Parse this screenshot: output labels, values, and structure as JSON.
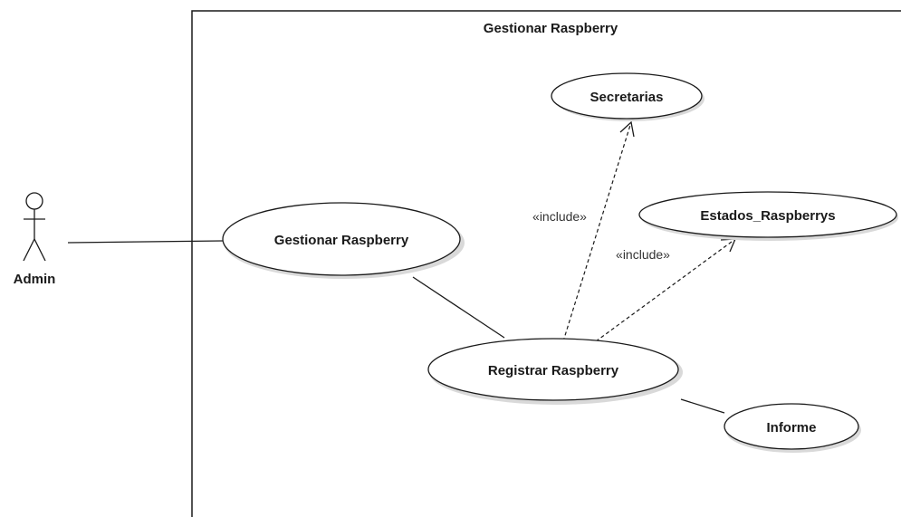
{
  "diagram": {
    "type": "uml-use-case",
    "system_boundary": {
      "title": "Gestionar Raspberry"
    },
    "actors": [
      {
        "id": "admin",
        "label": "Admin",
        "icon": "stick-figure-icon"
      }
    ],
    "use_cases": [
      {
        "id": "gestionar",
        "label": "Gestionar Raspberry"
      },
      {
        "id": "registrar",
        "label": "Registrar Raspberry"
      },
      {
        "id": "secretarias",
        "label": "Secretarias"
      },
      {
        "id": "estados",
        "label": "Estados_Raspberrys"
      },
      {
        "id": "informe",
        "label": "Informe"
      }
    ],
    "relationships": [
      {
        "id": "admin-gestionar",
        "from": "admin",
        "to": "gestionar",
        "type": "association"
      },
      {
        "id": "gestionar-registrar",
        "from": "gestionar",
        "to": "registrar",
        "type": "association"
      },
      {
        "id": "registrar-informe",
        "from": "registrar",
        "to": "informe",
        "type": "association"
      },
      {
        "id": "registrar-secretarias",
        "from": "registrar",
        "to": "secretarias",
        "type": "include",
        "label": "«include»"
      },
      {
        "id": "registrar-estados",
        "from": "registrar",
        "to": "estados",
        "type": "include",
        "label": "«include»"
      }
    ],
    "colors": {
      "stroke": "#1a1a1a",
      "fill": "#ffffff",
      "shadow": "#d9d9d9"
    }
  }
}
